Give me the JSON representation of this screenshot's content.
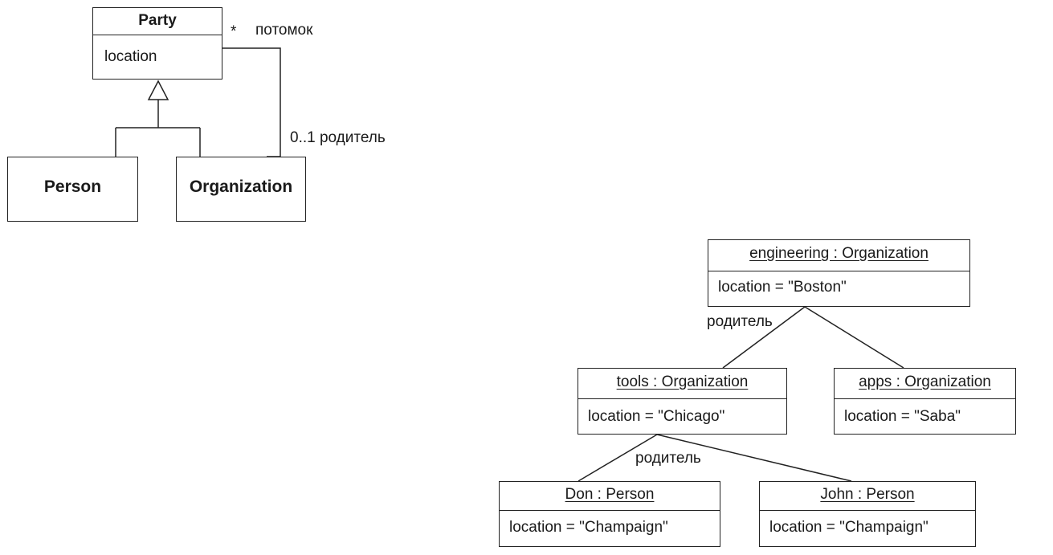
{
  "class_diagram": {
    "party": {
      "name": "Party",
      "attribute": "location"
    },
    "person": {
      "name": "Person"
    },
    "organization": {
      "name": "Organization"
    },
    "association": {
      "child_multiplicity": "*",
      "child_role": "потомок",
      "parent_label": "0..1 родитель"
    }
  },
  "object_diagram": {
    "engineering": {
      "title": "engineering : Organization",
      "attribute": "location = \"Boston\""
    },
    "tools": {
      "title": "tools : Organization",
      "attribute": "location = \"Chicago\""
    },
    "apps": {
      "title": "apps : Organization",
      "attribute": "location = \"Saba\""
    },
    "don": {
      "title": "Don : Person",
      "attribute": "location = \"Champaign\""
    },
    "john": {
      "title": "John : Person",
      "attribute": "location = \"Champaign\""
    },
    "engineering_role": "родитель",
    "tools_role": "родитель"
  }
}
